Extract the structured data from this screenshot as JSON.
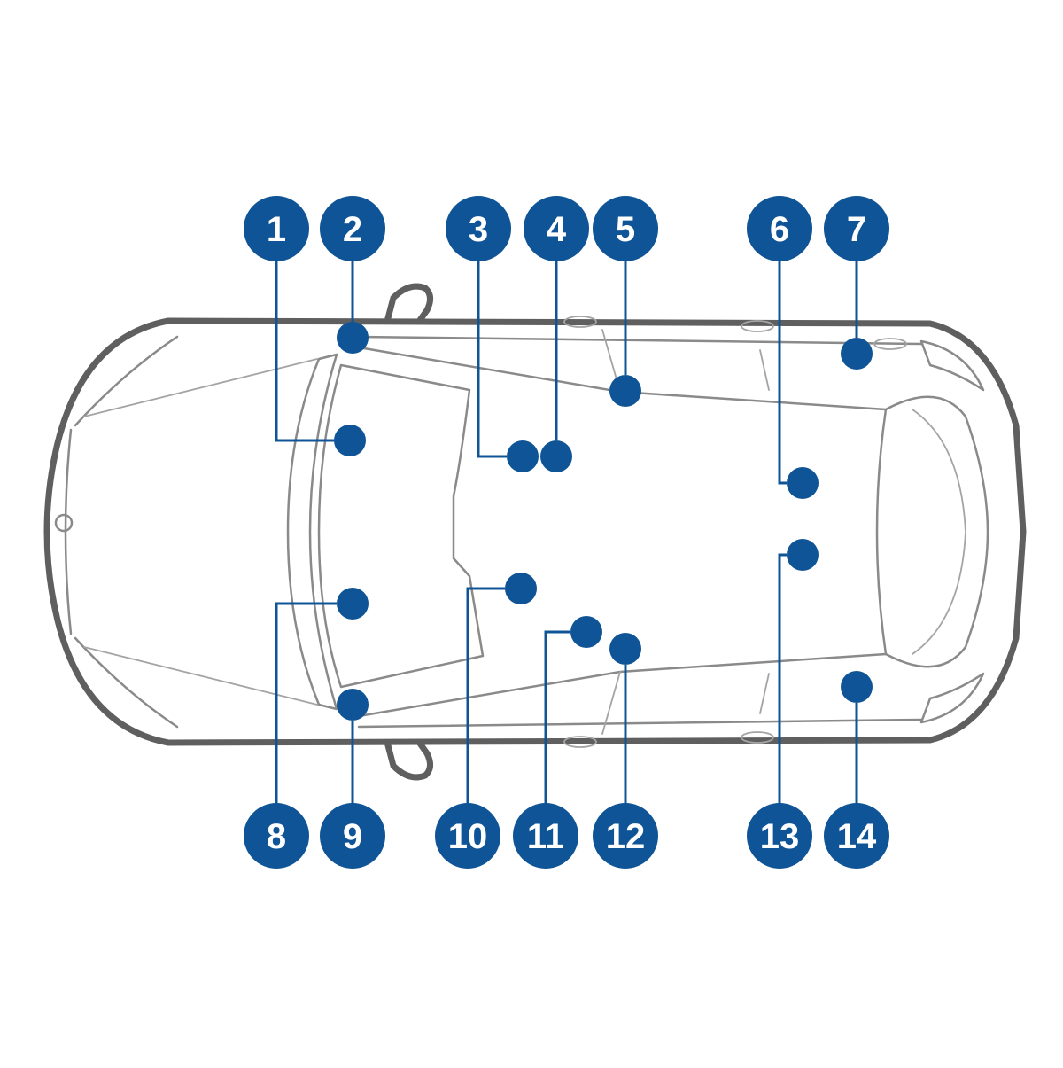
{
  "colors": {
    "marker": "#0f5496",
    "car_stroke": "#5f5f5f",
    "car_detail": "#8a8a8a"
  },
  "callouts": [
    {
      "id": "1",
      "label": "1"
    },
    {
      "id": "2",
      "label": "2"
    },
    {
      "id": "3",
      "label": "3"
    },
    {
      "id": "4",
      "label": "4"
    },
    {
      "id": "5",
      "label": "5"
    },
    {
      "id": "6",
      "label": "6"
    },
    {
      "id": "7",
      "label": "7"
    },
    {
      "id": "8",
      "label": "8"
    },
    {
      "id": "9",
      "label": "9"
    },
    {
      "id": "10",
      "label": "10"
    },
    {
      "id": "11",
      "label": "11"
    },
    {
      "id": "12",
      "label": "12"
    },
    {
      "id": "13",
      "label": "13"
    },
    {
      "id": "14",
      "label": "14"
    }
  ]
}
